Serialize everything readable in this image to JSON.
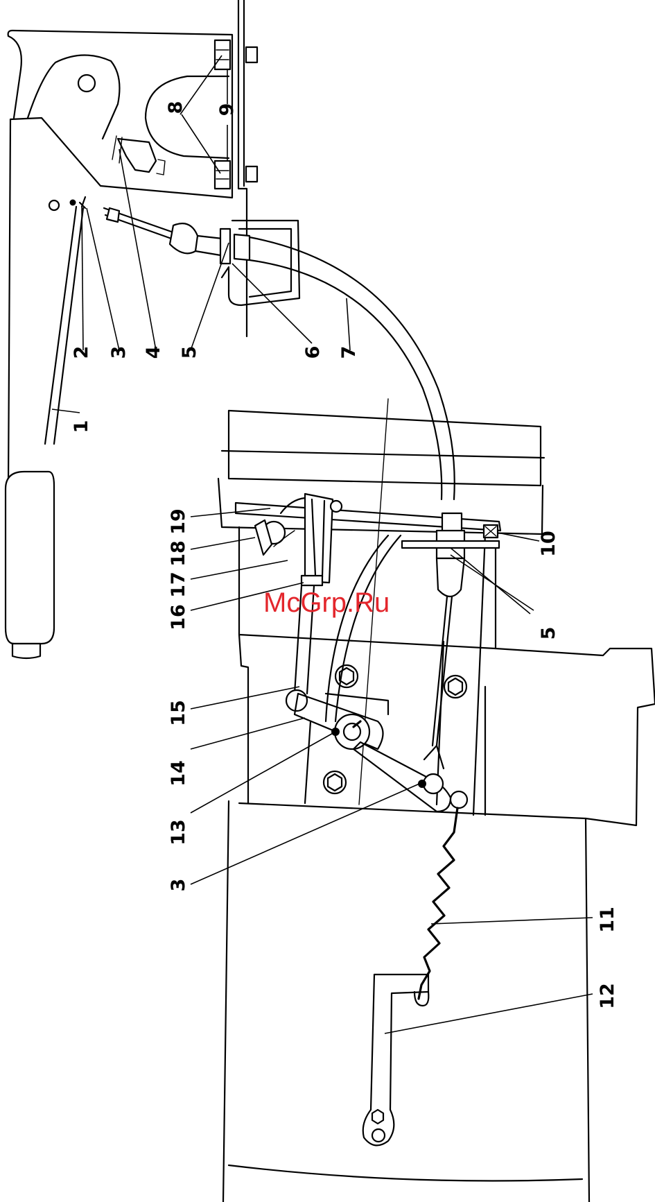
{
  "watermark": "McGrp.Ru",
  "callouts": {
    "c1": "1",
    "c2": "2",
    "c3a": "3",
    "c4": "4",
    "c5a": "5",
    "c6": "6",
    "c7": "7",
    "c8": "8",
    "c9": "9",
    "c10": "10",
    "c5b": "5",
    "c19": "19",
    "c18": "18",
    "c17": "17",
    "c16": "16",
    "c15": "15",
    "c14": "14",
    "c13": "13",
    "c3b": "3",
    "c11": "11",
    "c12": "12"
  }
}
